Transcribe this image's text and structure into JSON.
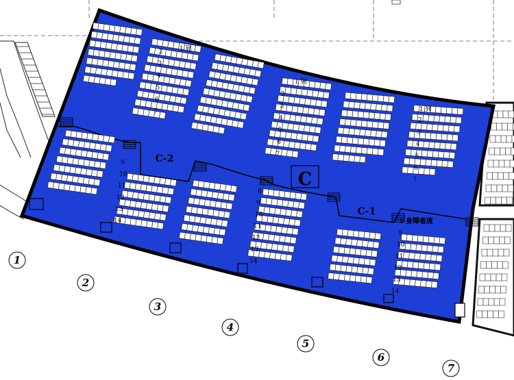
{
  "block": {
    "label": "C",
    "color": "#1e3fd6",
    "sub_zones": [
      "C-2",
      "C-1"
    ],
    "wheelchair_label": "身障者席",
    "row_header": "1 列",
    "rows": [
      "1",
      "2",
      "3",
      "4",
      "5",
      "6",
      "7",
      "8",
      "9",
      "10",
      "11",
      "12",
      "13",
      "14"
    ]
  },
  "gates": [
    "1",
    "2",
    "3",
    "4",
    "5",
    "6",
    "7"
  ]
}
